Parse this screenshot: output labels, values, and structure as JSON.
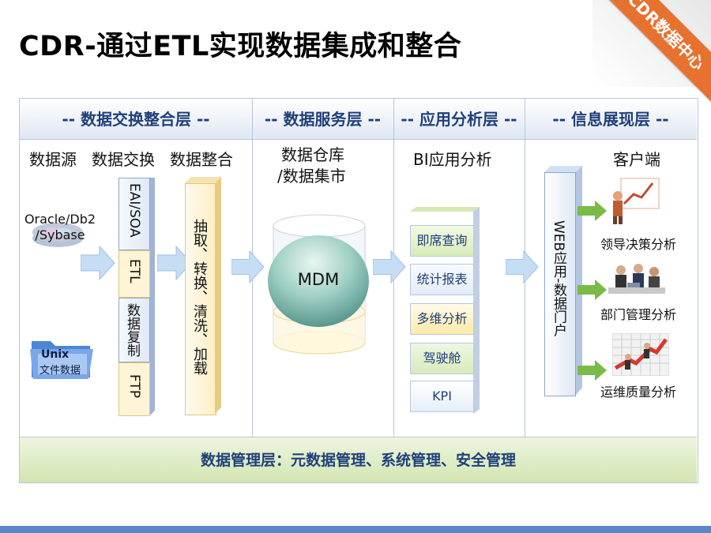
{
  "title": "CDR-通过ETL实现数据集成和整合",
  "corner_badge": "CDR数据中心",
  "layers": [
    {
      "label": "-- 数据交换整合层 --"
    },
    {
      "label": "-- 数据服务层 --"
    },
    {
      "label": "-- 应用分析层 --"
    },
    {
      "label": "-- 信息展现层 --"
    }
  ],
  "col1": {
    "headers": [
      "数据源",
      "数据交换",
      "数据整合"
    ],
    "source_db": "Oracle/Db2\n/Sybase",
    "source_db_line1": "Oracle/Db2",
    "source_db_line2": "/Sybase",
    "unix_title": "Unix",
    "unix_sub": "文件数据",
    "exchange": [
      "EAI/SOA",
      "ETL",
      "数据复制",
      "FTP"
    ],
    "integration": "抽取、转换、清洗、加载"
  },
  "col2": {
    "header_line1": "数据仓库",
    "header_line2": "/数据集市",
    "mdm": "MDM"
  },
  "col3": {
    "header": "BI应用分析",
    "items": [
      "即席查询",
      "统计报表",
      "多维分析",
      "驾驶舱",
      "KPI"
    ]
  },
  "col4": {
    "header": "客户端",
    "portal": "WEB应用-数据门户",
    "clients": [
      "领导决策分析",
      "部门管理分析",
      "运维质量分析"
    ]
  },
  "management": "数据管理层：元数据管理、系统管理、安全管理",
  "colors": {
    "layer_title": "#1f3f7a",
    "ribbon": "#e7722f",
    "arrow": "#bcd8f3",
    "green_arrow": "#6fb341",
    "mdm_sphere": "#7fb8b0",
    "bottom_bar": "#5b88c5"
  },
  "icons": {
    "db_icon": "database-icon",
    "folder_icon": "folder-icon",
    "decision_icon": "chart-presenter-icon",
    "dept_icon": "meeting-people-icon",
    "ops_icon": "growth-chart-icon"
  }
}
